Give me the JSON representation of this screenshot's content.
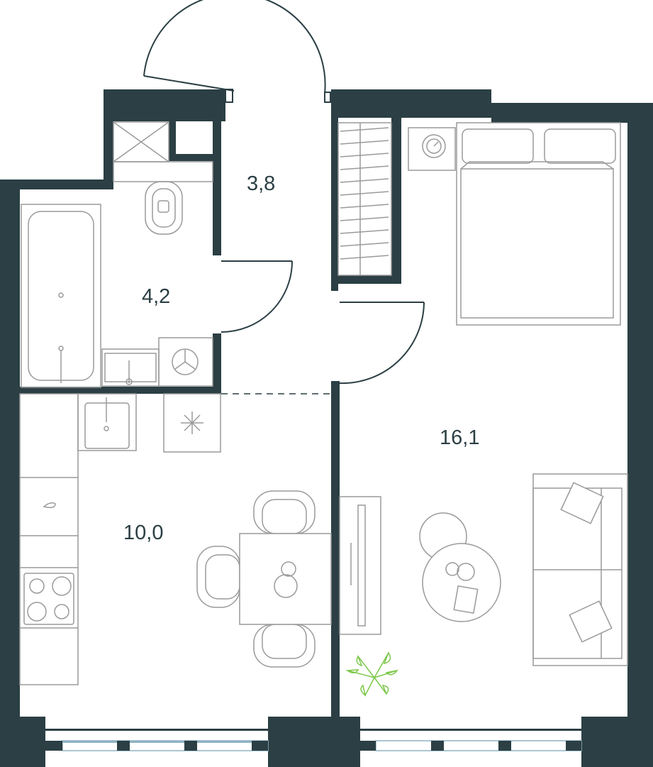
{
  "colors": {
    "wall": "#2b3f44",
    "furniture": "#9a9a9a",
    "window": "#8fb3c4",
    "plant": "#7cc84a",
    "background": "#ffffff"
  },
  "rooms": {
    "hallway": {
      "area": "3,8"
    },
    "bathroom": {
      "area": "4,2"
    },
    "kitchen": {
      "area": "10,0"
    },
    "bedroom_living": {
      "area": "16,1"
    }
  },
  "icons": [
    "bathtub-icon",
    "toilet-icon",
    "sink-icon",
    "washing-machine-icon",
    "shower-cabinet-icon",
    "kitchen-sink-icon",
    "fridge-icon",
    "stove-icon",
    "dining-table-icon",
    "bed-icon",
    "nightstand-icon",
    "wardrobe-icon",
    "sofa-icon",
    "coffee-table-icon",
    "tv-stand-icon",
    "plant-icon"
  ]
}
